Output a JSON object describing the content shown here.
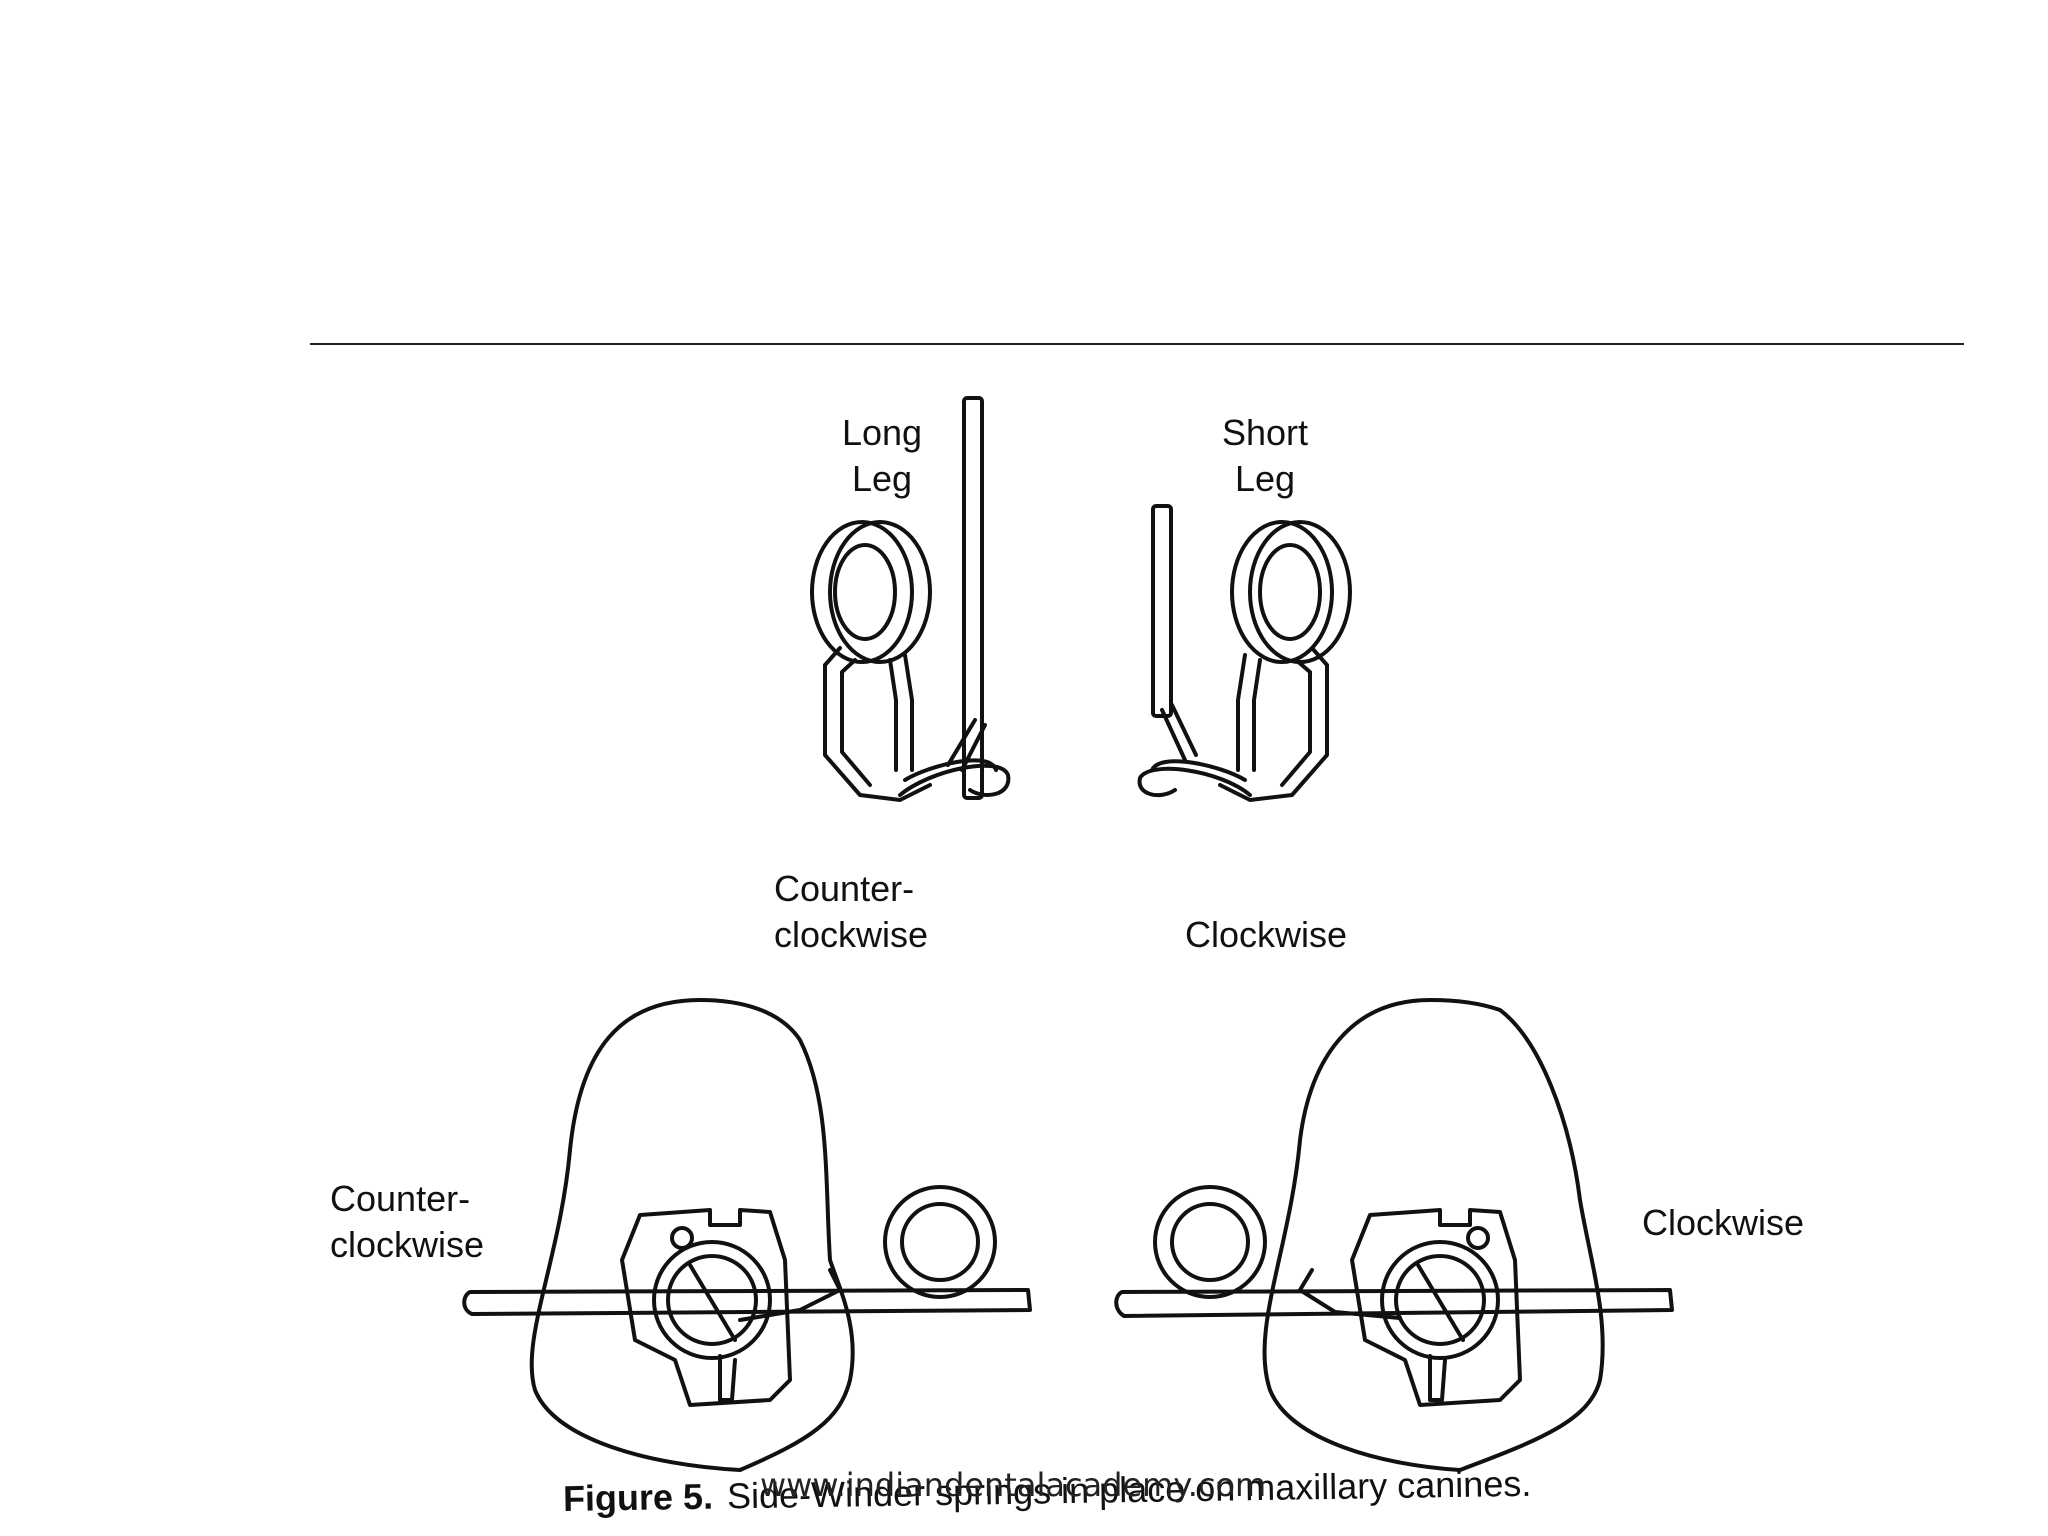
{
  "labels": {
    "long_leg": [
      "Long",
      "Leg"
    ],
    "short_leg": [
      "Short",
      "Leg"
    ],
    "top_left_direction": [
      "Counter-",
      "clockwise"
    ],
    "top_right_direction": "Clockwise",
    "bottom_left_direction": [
      "Counter-",
      "clockwise"
    ],
    "bottom_right_direction": "Clockwise"
  },
  "caption": {
    "figure_number": "Figure 5.",
    "text": "Side-Winder springs in place on maxillary canines."
  },
  "watermark": "www.indiandentalacademy.com"
}
